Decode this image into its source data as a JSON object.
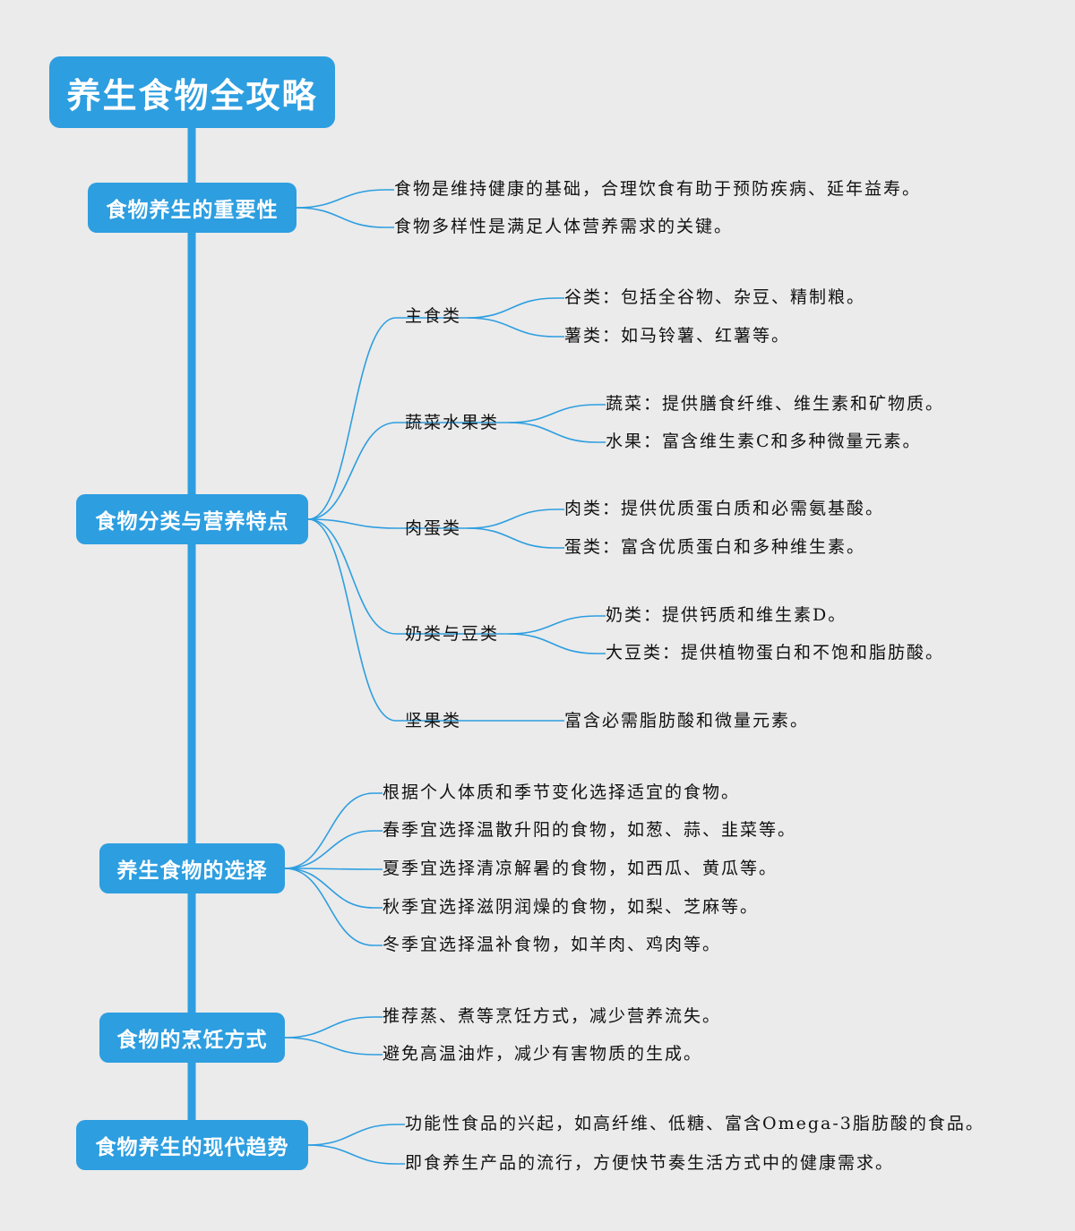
{
  "title": "养生食物全攻略",
  "colors": {
    "accent": "#2d9ee0",
    "background": "#ebebeb",
    "text": "#111111"
  },
  "sections": [
    {
      "label": "食物养生的重要性",
      "items": [
        "食物是维持健康的基础，合理饮食有助于预防疾病、延年益寿。",
        "食物多样性是满足人体营养需求的关键。"
      ]
    },
    {
      "label": "食物分类与营养特点",
      "groups": [
        {
          "label": "主食类",
          "items": [
            "谷类：包括全谷物、杂豆、精制粮。",
            "薯类：如马铃薯、红薯等。"
          ]
        },
        {
          "label": "蔬菜水果类",
          "items": [
            "蔬菜：提供膳食纤维、维生素和矿物质。",
            "水果：富含维生素C和多种微量元素。"
          ]
        },
        {
          "label": "肉蛋类",
          "items": [
            "肉类：提供优质蛋白质和必需氨基酸。",
            "蛋类：富含优质蛋白和多种维生素。"
          ]
        },
        {
          "label": "奶类与豆类",
          "items": [
            "奶类：提供钙质和维生素D。",
            "大豆类：提供植物蛋白和不饱和脂肪酸。"
          ]
        },
        {
          "label": "坚果类",
          "items": [
            "富含必需脂肪酸和微量元素。"
          ]
        }
      ]
    },
    {
      "label": "养生食物的选择",
      "items": [
        "根据个人体质和季节变化选择适宜的食物。",
        "春季宜选择温散升阳的食物，如葱、蒜、韭菜等。",
        "夏季宜选择清凉解暑的食物，如西瓜、黄瓜等。",
        "秋季宜选择滋阴润燥的食物，如梨、芝麻等。",
        "冬季宜选择温补食物，如羊肉、鸡肉等。"
      ]
    },
    {
      "label": "食物的烹饪方式",
      "items": [
        "推荐蒸、煮等烹饪方式，减少营养流失。",
        "避免高温油炸，减少有害物质的生成。"
      ]
    },
    {
      "label": "食物养生的现代趋势",
      "items": [
        "功能性食品的兴起，如高纤维、低糖、富含Omega-3脂肪酸的食品。",
        "即食养生产品的流行，方便快节奏生活方式中的健康需求。"
      ]
    }
  ]
}
